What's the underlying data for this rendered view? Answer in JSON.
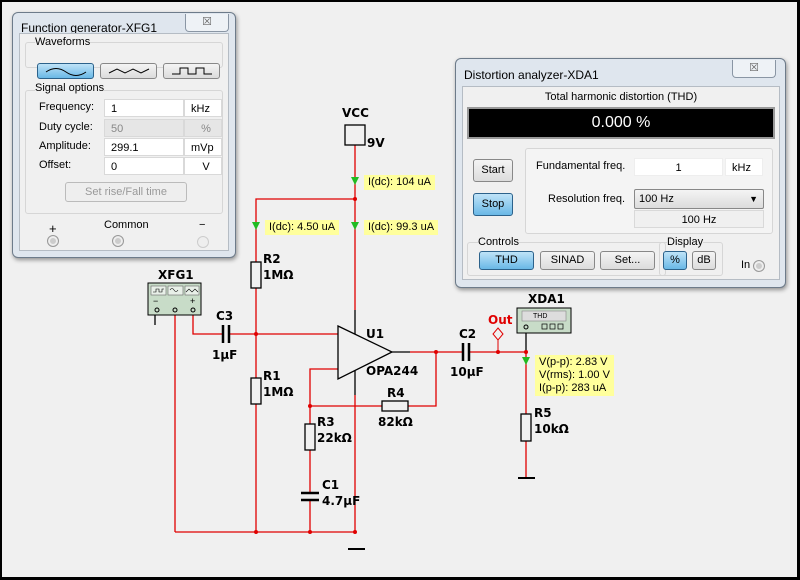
{
  "schematic": {
    "vcc": {
      "name": "VCC",
      "value": "9V"
    },
    "xfg1": {
      "name": "XFG1"
    },
    "xda1": {
      "name": "XDA1",
      "screen": "THD"
    },
    "out_probe": "Out",
    "u1": {
      "name": "U1",
      "part": "OPA244"
    },
    "r1": {
      "name": "R1",
      "value": "1MΩ"
    },
    "r2": {
      "name": "R2",
      "value": "1MΩ"
    },
    "r3": {
      "name": "R3",
      "value": "22kΩ"
    },
    "r4": {
      "name": "R4",
      "value": "82kΩ"
    },
    "r5": {
      "name": "R5",
      "value": "10kΩ"
    },
    "c1": {
      "name": "C1",
      "value": "4.7µF"
    },
    "c2": {
      "name": "C2",
      "value": "10µF"
    },
    "c3": {
      "name": "C3",
      "value": "1µF"
    },
    "probes": {
      "vcc_current": "I(dc): 104 uA",
      "r2_current": "I(dc): 4.50 uA",
      "opamp_current": "I(dc): 99.3 uA",
      "out_vpp": "V(p-p): 2.83 V",
      "out_vrms": "V(rms): 1.00 V",
      "out_ipp": "I(p-p): 283 uA"
    },
    "colors": {
      "wire": "#e00000",
      "probe": "#22bb22"
    }
  },
  "fg": {
    "title": "Function generator-XFG1",
    "close": "☒",
    "waveforms_label": "Waveforms",
    "signal_label": "Signal options",
    "rows": [
      {
        "label": "Frequency:",
        "value": "1",
        "unit": "kHz"
      },
      {
        "label": "Duty cycle:",
        "value": "50",
        "unit": "%"
      },
      {
        "label": "Amplitude:",
        "value": "299.1",
        "unit": "mVp"
      },
      {
        "label": "Offset:",
        "value": "0",
        "unit": "V"
      }
    ],
    "rise_fall": "Set rise/Fall time",
    "plus": "+",
    "common": "Common",
    "minus": "−"
  },
  "da": {
    "title": "Distortion analyzer-XDA1",
    "close": "☒",
    "thd_label": "Total harmonic distortion (THD)",
    "reading": "0.000 %",
    "start": "Start",
    "stop": "Stop",
    "fund_label": "Fundamental freq.",
    "fund_value": "1",
    "fund_unit": "kHz",
    "res_label": "Resolution freq.",
    "res_value": "100 Hz",
    "res_display": "100 Hz",
    "controls_label": "Controls",
    "thd": "THD",
    "sinad": "SINAD",
    "set": "Set...",
    "display_label": "Display",
    "pct": "%",
    "db": "dB",
    "in": "In"
  }
}
